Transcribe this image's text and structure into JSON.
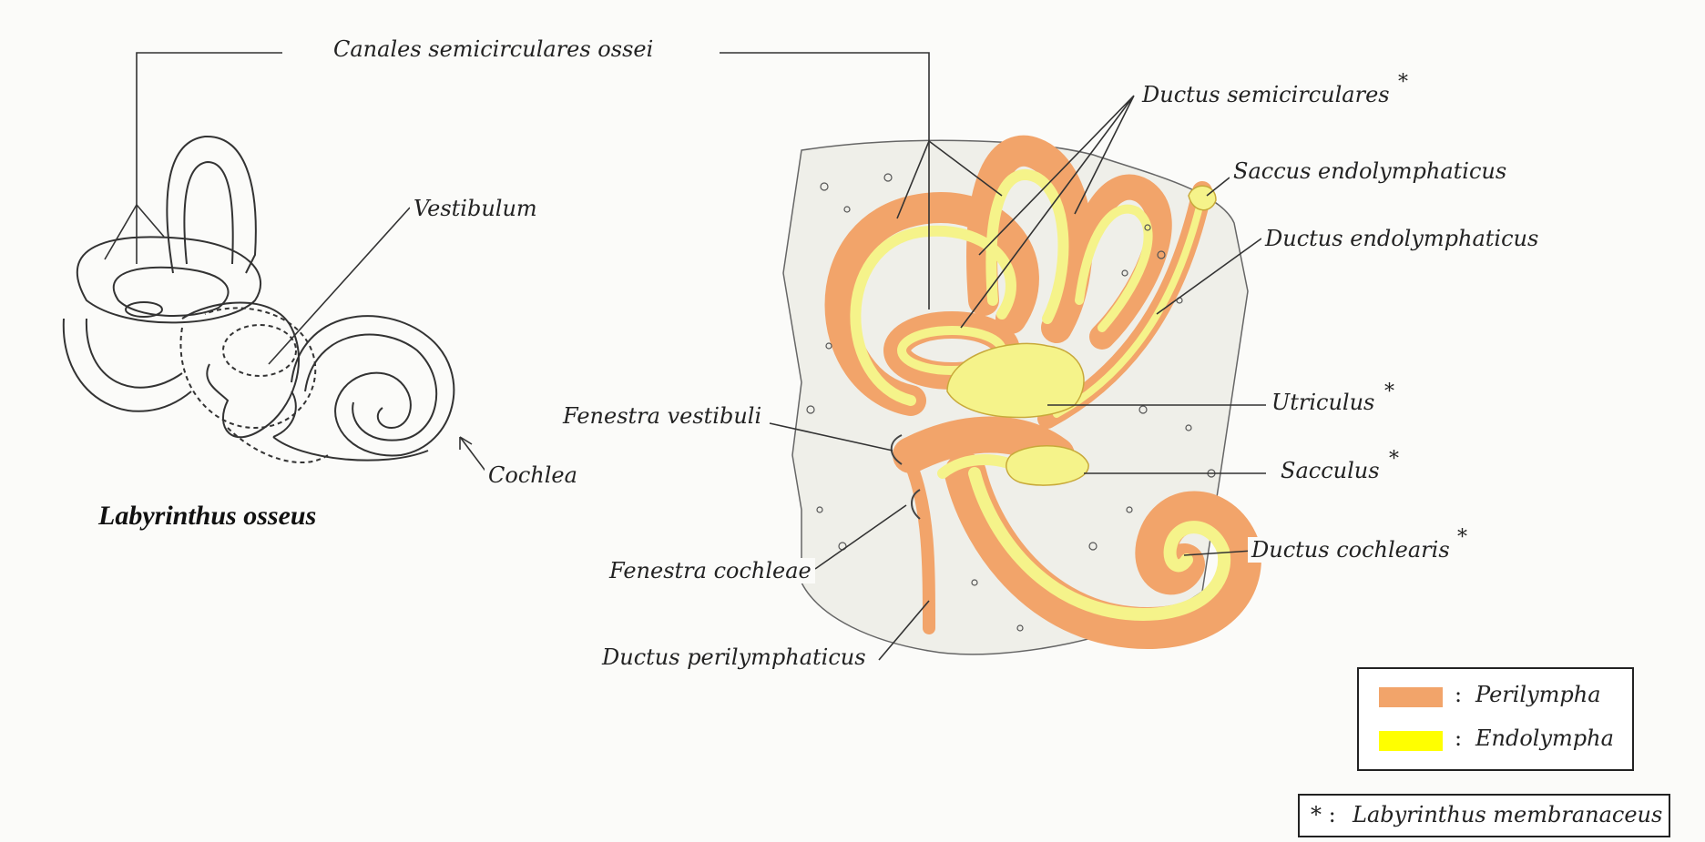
{
  "colors": {
    "perilympha": "#f2a46a",
    "endolympha": "#f5f38a",
    "line": "#333333"
  },
  "labels": {
    "canales": "Canales semicirculares ossei",
    "vestibulum": "Vestibulum",
    "cochlea": "Cochlea",
    "labyrinthus_osseus": "Labyrinthus osseus",
    "ductus_semicirculares": "Ductus semicirculares",
    "saccus_endolymphaticus": "Saccus endolymphaticus",
    "ductus_endolymphaticus": "Ductus endolymphaticus",
    "utriculus": "Utriculus",
    "sacculus": "Sacculus",
    "ductus_cochlearis": "Ductus cochlearis",
    "fenestra_vestibuli": "Fenestra vestibuli",
    "fenestra_cochleae": "Fenestra cochleae",
    "ductus_perilymphaticus": "Ductus perilymphaticus",
    "asterisk": "*"
  },
  "legend": {
    "perilympha": "Perilympha",
    "endolympha": "Endolympha",
    "colon": ":",
    "membranaceus_key": "* :",
    "membranaceus": "Labyrinthus membranaceus"
  }
}
